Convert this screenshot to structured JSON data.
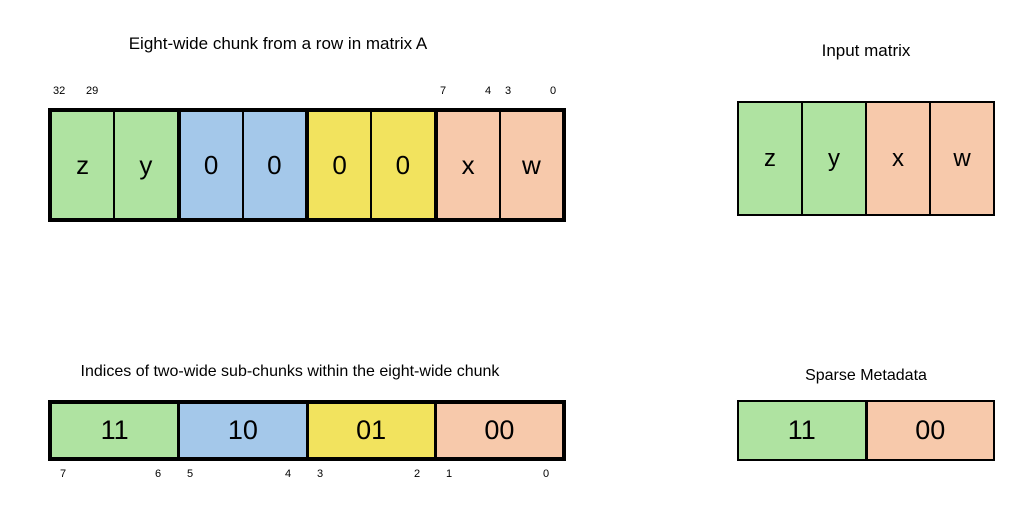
{
  "colors": {
    "green": "#afe3a1",
    "blue": "#a4c8ea",
    "yellow": "#f2e35e",
    "salmon": "#f7c9ab",
    "border": "#000000",
    "background": "#ffffff"
  },
  "chunk_diagram": {
    "title": "Eight-wide chunk from a row in matrix A",
    "bit_labels": [
      {
        "text": "32"
      },
      {
        "text": "29"
      },
      {
        "text": "7"
      },
      {
        "text": "4"
      },
      {
        "text": "3"
      },
      {
        "text": "0"
      }
    ],
    "cells": [
      {
        "label": "z",
        "color": "green"
      },
      {
        "label": "y",
        "color": "green"
      },
      {
        "label": "0",
        "color": "blue"
      },
      {
        "label": "0",
        "color": "blue"
      },
      {
        "label": "0",
        "color": "yellow"
      },
      {
        "label": "0",
        "color": "yellow"
      },
      {
        "label": "x",
        "color": "salmon"
      },
      {
        "label": "w",
        "color": "salmon"
      }
    ]
  },
  "input_matrix": {
    "title": "Input matrix",
    "cells": [
      {
        "label": "z",
        "color": "green"
      },
      {
        "label": "y",
        "color": "green"
      },
      {
        "label": "x",
        "color": "salmon"
      },
      {
        "label": "w",
        "color": "salmon"
      }
    ]
  },
  "indices_diagram": {
    "title": "Indices of two-wide sub-chunks within the eight-wide chunk",
    "cells": [
      {
        "label": "11",
        "color": "green"
      },
      {
        "label": "10",
        "color": "blue"
      },
      {
        "label": "01",
        "color": "yellow"
      },
      {
        "label": "00",
        "color": "salmon"
      }
    ],
    "bit_labels": [
      {
        "text": "7"
      },
      {
        "text": "6"
      },
      {
        "text": "5"
      },
      {
        "text": "4"
      },
      {
        "text": "3"
      },
      {
        "text": "2"
      },
      {
        "text": "1"
      },
      {
        "text": "0"
      }
    ]
  },
  "sparse_metadata": {
    "title": "Sparse Metadata",
    "cells": [
      {
        "label": "11",
        "color": "green"
      },
      {
        "label": "00",
        "color": "salmon"
      }
    ]
  }
}
